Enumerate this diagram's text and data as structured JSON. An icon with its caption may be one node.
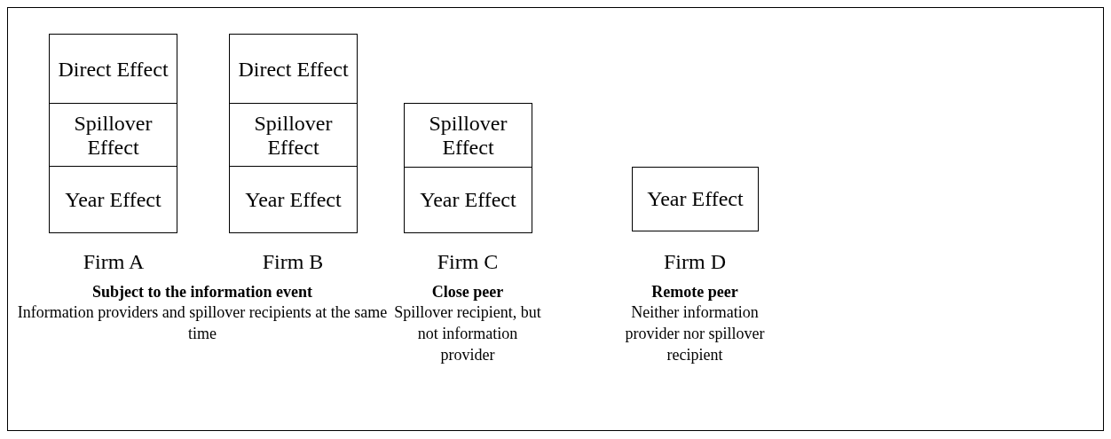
{
  "diagram": {
    "nodes": [
      {
        "text": [
          "Direct Effect"
        ]
      },
      {
        "text": [
          "Spillover Effect"
        ]
      },
      {
        "text": [
          "Year Effect"
        ]
      },
      {
        "text": [
          "Direct Effect"
        ]
      },
      {
        "text": [
          "Spillover Effect"
        ]
      },
      {
        "text": [
          "Year Effect"
        ]
      },
      {
        "text": [
          "Spillover Effect"
        ]
      },
      {
        "text": [
          "Year Effect"
        ]
      },
      {
        "text": [
          "Year Effect"
        ]
      }
    ],
    "edges": [],
    "labels": [
      "Firm A",
      "Firm B",
      "Firm C",
      "Firm D",
      "Subject to the information event",
      "Information providers and spillover recipients at the same time",
      "Close peer",
      "Spillover recipient, but not information provider",
      "Remote peer",
      "Neither information provider nor spillover recipient"
    ]
  }
}
